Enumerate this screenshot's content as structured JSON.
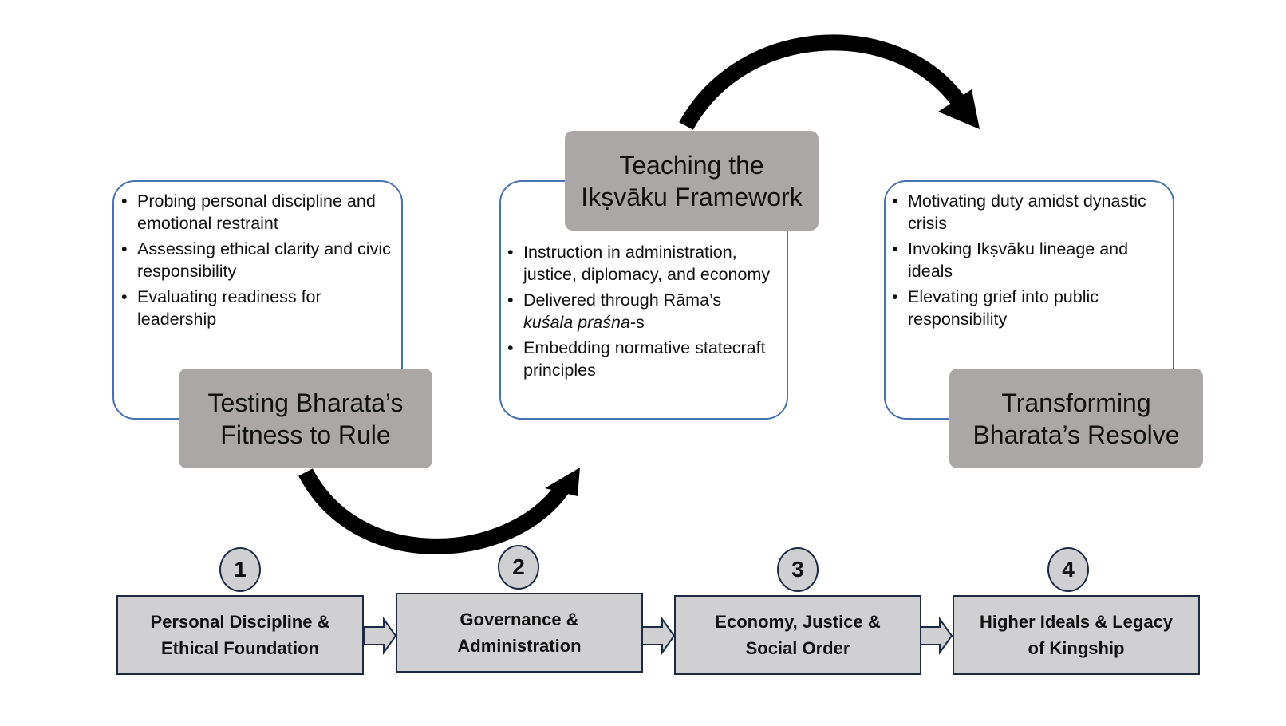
{
  "panels": [
    {
      "title": "Testing Bharata’s Fitness to Rule",
      "title_lines": [
        "Testing Bharata’s",
        "Fitness to Rule"
      ],
      "bullets": [
        "Probing personal discipline and emotional restraint",
        "Assessing ethical clarity and civic responsibility",
        "Evaluating readiness for leadership"
      ]
    },
    {
      "title": "Teaching the Ikṣvāku Framework",
      "title_lines": [
        "Teaching the",
        "Ikṣvāku Framework"
      ],
      "bullets": [
        "Instruction in administration, justice, diplomacy, and economy",
        "Delivered through Rāma’s",
        "Embedding normative statecraft principles"
      ],
      "bullet2_italic": "kuśala praśna",
      "bullet2_suffix": "-s"
    },
    {
      "title": "Transforming Bharata’s Resolve",
      "title_lines": [
        "Transforming",
        "Bharata’s Resolve"
      ],
      "bullets": [
        "Motivating duty amidst dynastic crisis",
        "Invoking Ikṣvāku lineage and ideals",
        "Elevating grief into public responsibility"
      ]
    }
  ],
  "stages": [
    {
      "number": "1",
      "lines": [
        "Personal Discipline &",
        "Ethical Foundation"
      ]
    },
    {
      "number": "2",
      "lines": [
        "Governance &",
        "Administration"
      ]
    },
    {
      "number": "3",
      "lines": [
        "Economy, Justice &",
        "Social Order"
      ]
    },
    {
      "number": "4",
      "lines": [
        "Higher Ideals & Legacy",
        "of Kingship"
      ]
    }
  ],
  "colors": {
    "panel_border": "#4a72b0",
    "title_fill": "#aaa7a6",
    "stage_fill": "#d0cfd1",
    "stage_border": "#1c2a44",
    "arc_arrow": "#000000"
  }
}
